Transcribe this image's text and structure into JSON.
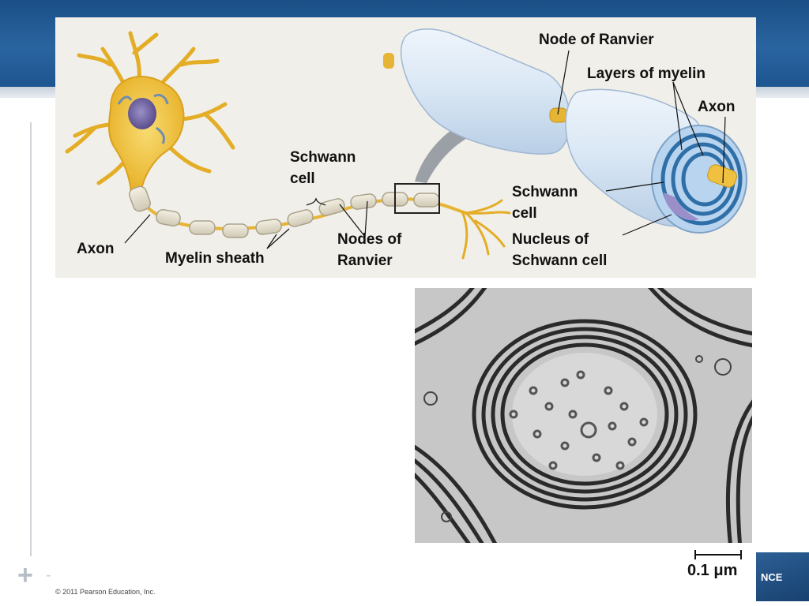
{
  "labels": {
    "node_of_ranvier_top": "Node of Ranvier",
    "layers_of_myelin": "Layers of myelin",
    "axon_right": "Axon",
    "schwann_cell_upper": "Schwann\ncell",
    "schwann_cell_right": "Schwann\ncell",
    "nucleus_of_schwann_cell": "Nucleus of\nSchwann cell",
    "nodes_of_ranvier": "Nodes of\nRanvier",
    "axon_left": "Axon",
    "myelin_sheath": "Myelin sheath"
  },
  "micrograph": {
    "scale_label": "0.1 μm"
  },
  "footer": {
    "copyright": "© 2011 Pearson Education, Inc.",
    "logo_text": "NCE"
  },
  "colors": {
    "header_blue": "#1f5a93",
    "panel_bg": "#f1efe9",
    "neuron_yellow": "#f3c33b",
    "myelin_blue": "#d7e6f6",
    "node_gold": "#e7b535"
  }
}
